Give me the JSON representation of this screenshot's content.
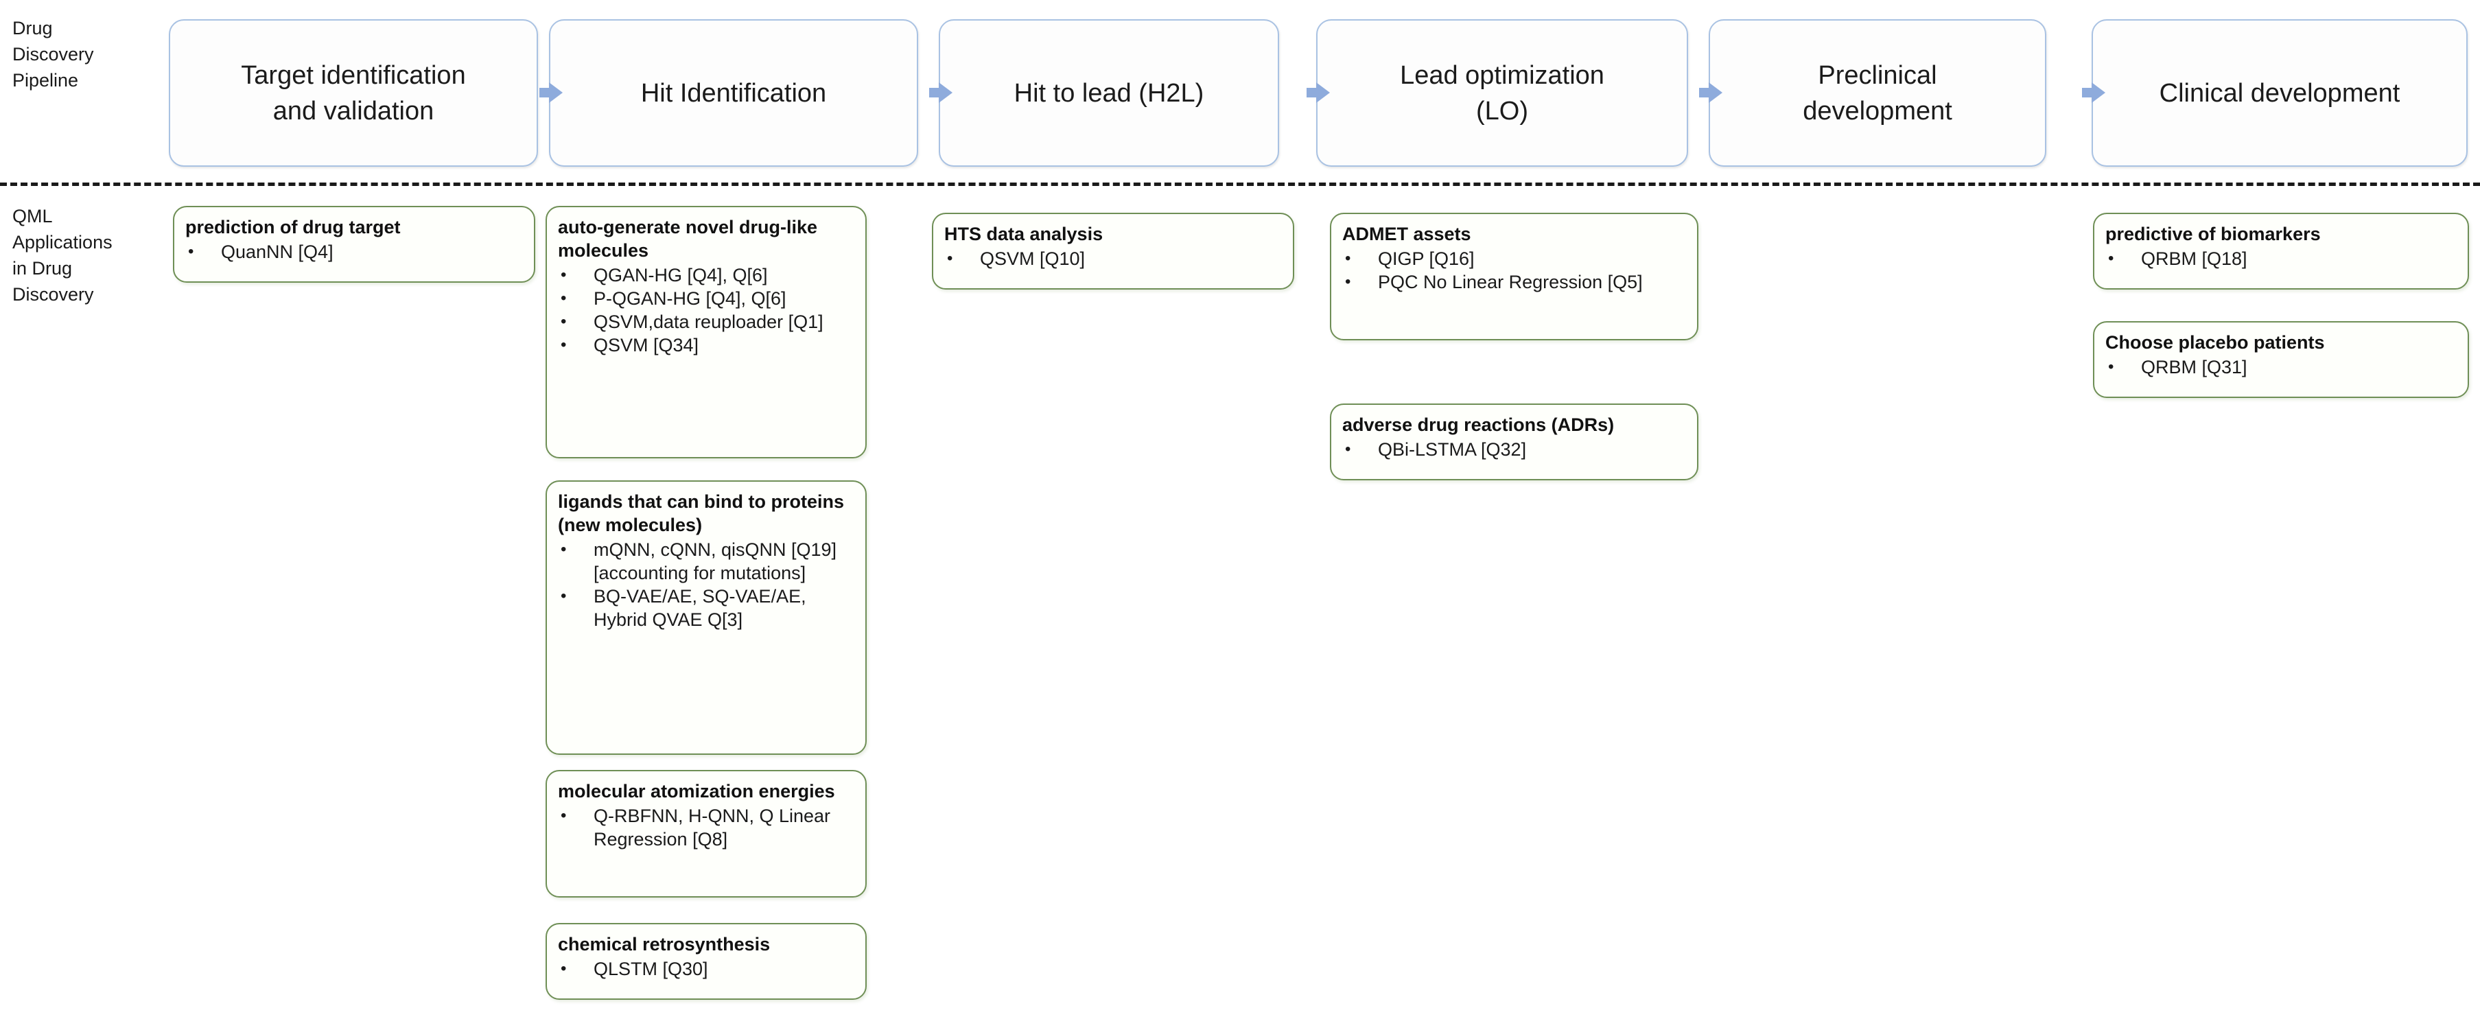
{
  "row_labels": {
    "pipeline": "Drug\nDiscovery\nPipeline",
    "qml": "QML\nApplications\nin Drug\nDiscovery"
  },
  "colors": {
    "pipeline_border": "#a9c2e3",
    "pipeline_fill": "#fdfdfd",
    "arrow": "#8eabdc",
    "qml_border": "#6f8f56",
    "qml_fill": "#fefffb",
    "divider": "#1a1a1a",
    "text": "#1a1a1a"
  },
  "pipeline": {
    "stages": [
      {
        "label": "Target identification\nand validation"
      },
      {
        "label": "Hit Identification"
      },
      {
        "label": "Hit to lead (H2L)"
      },
      {
        "label": "Lead optimization\n(LO)"
      },
      {
        "label": "Preclinical\ndevelopment"
      },
      {
        "label": "Clinical development"
      }
    ],
    "arrow_icon": "arrow-right-icon"
  },
  "qml_applications": {
    "columns": [
      {
        "stage": "Target identification and validation",
        "boxes": [
          {
            "title": "prediction of drug target",
            "items": [
              "QuanNN [Q4]"
            ]
          }
        ]
      },
      {
        "stage": "Hit Identification",
        "boxes": [
          {
            "title": "auto-generate novel drug-like molecules",
            "items": [
              "QGAN-HG [Q4], Q[6]",
              "P-QGAN-HG [Q4], Q[6]",
              "QSVM,data reuploader [Q1]",
              "QSVM [Q34]"
            ]
          },
          {
            "title": "ligands that can bind to proteins (new molecules)",
            "items": [
              "mQNN, cQNN, qisQNN [Q19] [accounting for mutations]",
              "BQ-VAE/AE, SQ-VAE/AE, Hybrid QVAE Q[3]"
            ]
          },
          {
            "title": "molecular atomization energies",
            "items": [
              "Q-RBFNN, H-QNN, Q Linear Regression [Q8]"
            ]
          },
          {
            "title": "chemical retrosynthesis",
            "items": [
              "QLSTM [Q30]"
            ]
          }
        ]
      },
      {
        "stage": "Hit to lead (H2L)",
        "boxes": [
          {
            "title": "HTS data analysis",
            "items": [
              "QSVM  [Q10]"
            ]
          }
        ]
      },
      {
        "stage": "Lead optimization (LO)",
        "boxes": [
          {
            "title": "ADMET assets",
            "items": [
              "QIGP [Q16]",
              "PQC No Linear Regression [Q5]"
            ]
          },
          {
            "title": "adverse drug reactions (ADRs)",
            "items": [
              "QBi-LSTMA [Q32]"
            ]
          }
        ]
      },
      {
        "stage": "Preclinical development",
        "boxes": []
      },
      {
        "stage": "Clinical development",
        "boxes": [
          {
            "title": "predictive of biomarkers",
            "items": [
              "QRBM [Q18]"
            ]
          },
          {
            "title": "Choose placebo patients",
            "items": [
              "QRBM [Q31]"
            ]
          }
        ]
      }
    ]
  }
}
